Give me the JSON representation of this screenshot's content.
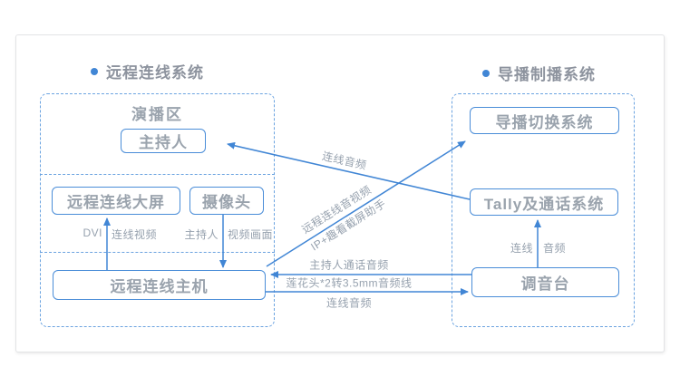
{
  "colors": {
    "accent_blue": "#4186d5",
    "node_border_blue": "#4a8dd8",
    "dashed_blue": "#6ba3e0",
    "node_text_gray": "#9aa3ad",
    "title_gray": "#8d939e",
    "edge_label_gray": "#96a1ae",
    "frame_gray": "#e3e4e6"
  },
  "sections": {
    "left": {
      "title": "远程连线系统",
      "zone_label": "演播区"
    },
    "right": {
      "title": "导播制播系统"
    }
  },
  "nodes": {
    "host": "主持人",
    "screen": "远程连线大屏",
    "camera": "摄像头",
    "mainframe": "远程连线主机",
    "switcher": "导播切换系统",
    "tally": "Tally及通话系统",
    "mixer": "调音台"
  },
  "edges": {
    "dvi_left": "DVI",
    "dvi_right": "连线视频",
    "cam_left": "主持人",
    "cam_right": "视频画面",
    "tally_audio_left": "连线",
    "tally_audio_right": "音频",
    "call_audio_diagonal": "连线音频",
    "remote_av": "远程连线音视频",
    "remote_av_sub": "IP+趣看截屏助手",
    "host_call_audio": "主持人通话音频",
    "rca_cable": "莲花头*2转3.5mm音频线",
    "line_audio": "连线音频"
  }
}
